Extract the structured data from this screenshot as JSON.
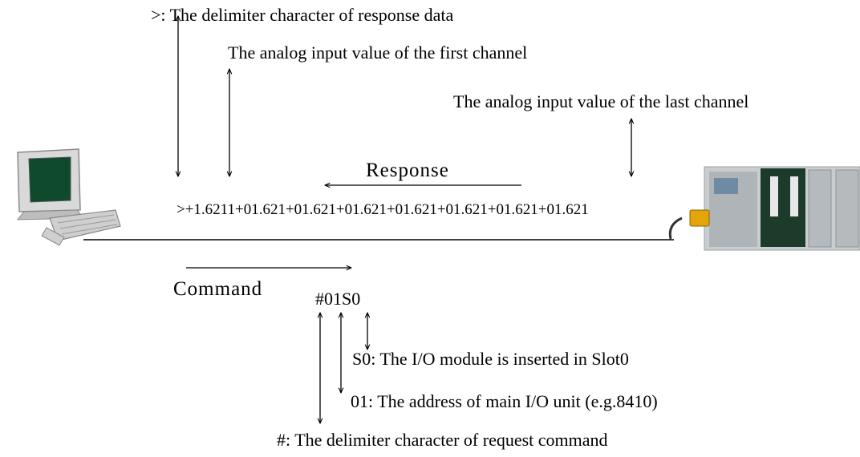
{
  "colors": {
    "line": "#000000",
    "background": "#ffffff",
    "pc_body": "#d9d9d9",
    "pc_screen": "#0f4a2c",
    "plc_body": "#c9cdcf",
    "plc_board": "#1d3b2a",
    "connector": "#e2a50a"
  },
  "labels": {
    "response_delimiter": ">: The delimiter character of response data",
    "first_channel": "The analog input value of the first channel",
    "last_channel": "The analog input value of the last channel",
    "response": "Response",
    "response_string": ">+1.6211+01.621+01.621+01.621+01.621+01.621+01.621+01.621",
    "command": "Command",
    "command_string": "#01S0",
    "slot_desc": "S0: The I/O module is inserted in Slot0",
    "address_desc": "01: The address of main I/O unit (e.g.8410)",
    "request_delimiter": "#: The delimiter character of request command"
  },
  "icons": {
    "host": "desktop-computer-icon",
    "device": "plc-controller-icon"
  }
}
